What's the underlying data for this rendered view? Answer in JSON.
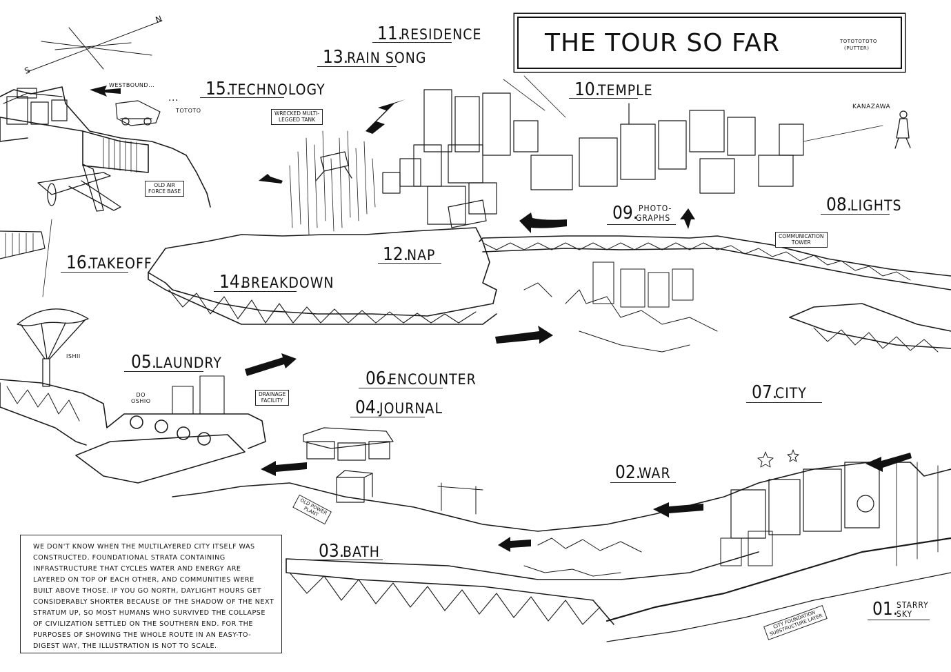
{
  "title": "THE TOUR SO FAR",
  "title_sfx": [
    "TOTOTOTOTO",
    "(PUTTER)"
  ],
  "locations": [
    {
      "num": "01.",
      "name": "STARRY",
      "name2": "SKY"
    },
    {
      "num": "02.",
      "name": "WAR"
    },
    {
      "num": "03.",
      "name": "BATH"
    },
    {
      "num": "04.",
      "name": "JOURNAL"
    },
    {
      "num": "05.",
      "name": "LAUNDRY"
    },
    {
      "num": "06.",
      "name": "ENCOUNTER"
    },
    {
      "num": "07.",
      "name": "CITY"
    },
    {
      "num": "08.",
      "name": "LIGHTS"
    },
    {
      "num": "09.",
      "name": "PHOTO-",
      "name2": "GRAPHS"
    },
    {
      "num": "10.",
      "name": "TEMPLE"
    },
    {
      "num": "11.",
      "name": "RESIDENCE"
    },
    {
      "num": "12.",
      "name": "NAP"
    },
    {
      "num": "13.",
      "name": "RAIN SONG"
    },
    {
      "num": "14.",
      "name": "BREAKDOWN"
    },
    {
      "num": "15.",
      "name": "TECHNOLOGY"
    },
    {
      "num": "16.",
      "name": "TAKEOFF"
    }
  ],
  "annotations": {
    "westbound": "WESTBOUND...",
    "tototo": "TOTOTO",
    "sfx": "...",
    "old_air_force_base": [
      "OLD AIR",
      "FORCE BASE"
    ],
    "wrecked_tank": [
      "WRECKED MULTI-",
      "LEGGED TANK"
    ],
    "kanazawa": "KANAZAWA",
    "communication_tower": [
      "COMMUNICATION",
      "TOWER"
    ],
    "ishii": "ISHII",
    "do_oshio": [
      "DO",
      "OSHIO"
    ],
    "drainage_facility": [
      "DRAINAGE",
      "FACILITY"
    ],
    "old_power_plant": [
      "OLD POWER",
      "PLANT"
    ],
    "city_foundation": [
      "CITY FOUNDATION",
      "SUBSTRUCTURE LAYER"
    ],
    "compass_n": "N",
    "compass_s": "S"
  },
  "note": "WE DON'T KNOW WHEN THE MULTILAYERED CITY ITSELF WAS CONSTRUCTED. FOUNDATIONAL STRATA CONTAINING INFRASTRUCTURE THAT CYCLES WATER AND ENERGY ARE LAYERED ON TOP OF EACH OTHER, AND COMMUNITIES WERE BUILT ABOVE THOSE. IF YOU GO NORTH, DAYLIGHT HOURS GET CONSIDERABLY SHORTER BECAUSE OF THE SHADOW OF THE NEXT STRATUM UP, SO MOST HUMANS WHO SURVIVED THE COLLAPSE OF CIVILIZATION SETTLED ON THE SOUTHERN END. FOR THE PURPOSES OF SHOWING THE WHOLE ROUTE IN AN EASY-TO-DIGEST WAY, THE ILLUSTRATION IS NOT TO SCALE."
}
